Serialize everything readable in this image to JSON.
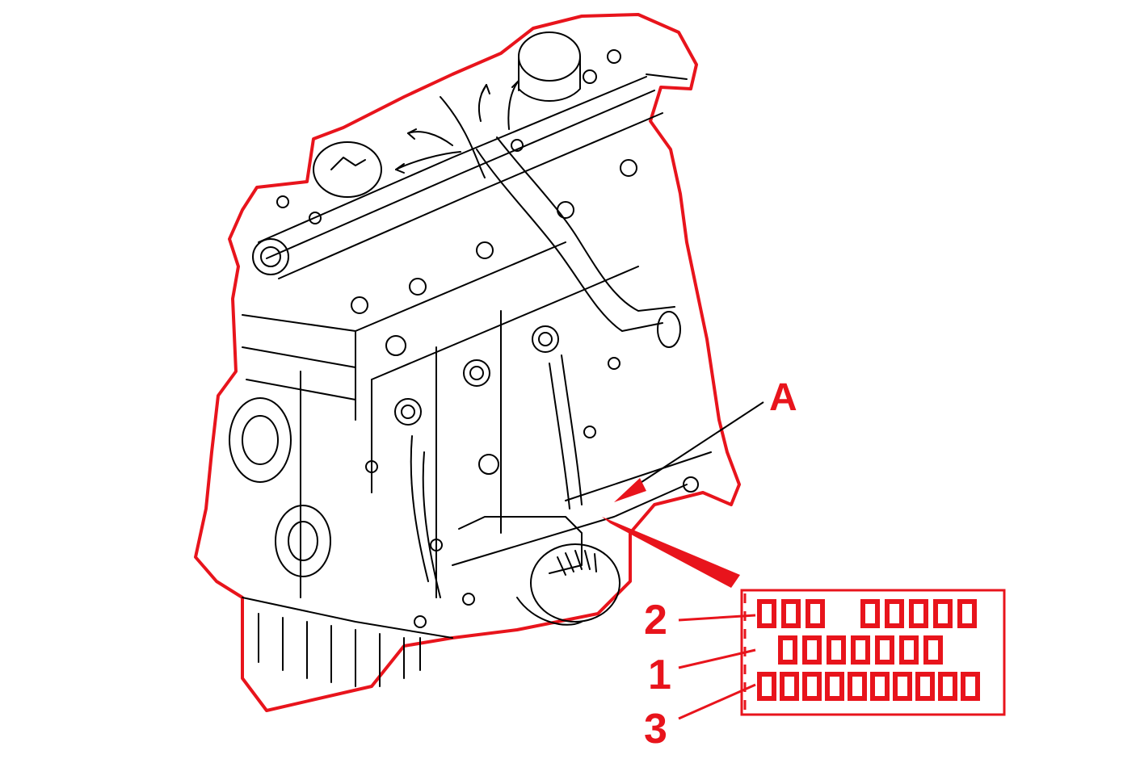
{
  "colors": {
    "outline": "#e8141c",
    "linework": "#000000",
    "background": "#ffffff"
  },
  "callouts": {
    "a": "A",
    "one": "1",
    "two": "2",
    "three": "3"
  }
}
